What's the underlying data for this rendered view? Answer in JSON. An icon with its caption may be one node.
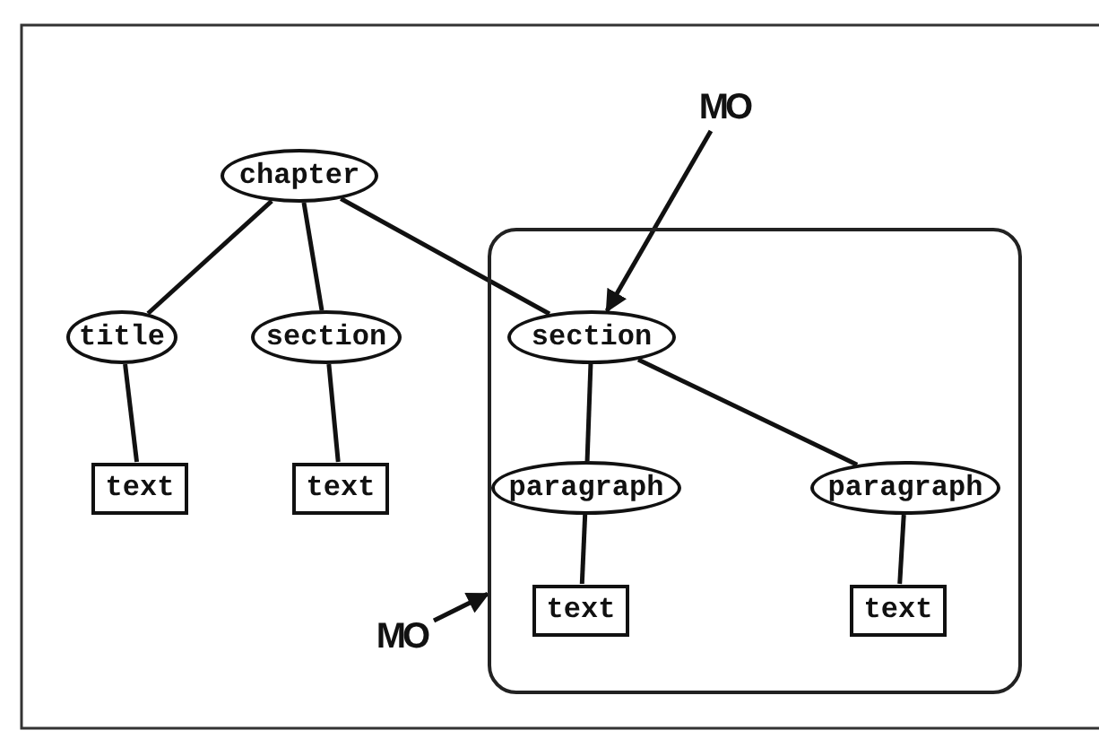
{
  "diagram": {
    "nodes": [
      {
        "text": [
          "chapter"
        ]
      },
      {
        "text": [
          "title"
        ]
      },
      {
        "text": [
          "section"
        ]
      },
      {
        "text": [],
        "shape": "box"
      },
      {
        "text": [
          "section"
        ],
        "in": 3
      },
      {
        "text": [
          "text"
        ]
      },
      {
        "text": [
          "text"
        ]
      },
      {
        "text": [
          "paragraph"
        ],
        "in": 3
      },
      {
        "text": [
          "paragraph"
        ],
        "in": 3
      },
      {
        "text": [
          "text"
        ],
        "in": 3
      },
      {
        "text": [
          "text"
        ],
        "in": 3
      },
      {
        "text": [
          "MO"
        ]
      },
      {
        "text": [
          "MO"
        ]
      }
    ],
    "edges": [
      {
        "from": 0,
        "to": 1,
        "arrow": "none"
      },
      {
        "from": 0,
        "to": 2,
        "arrow": "none"
      },
      {
        "from": 0,
        "to": 4,
        "arrow": "none"
      },
      {
        "from": 1,
        "to": 5,
        "arrow": "none"
      },
      {
        "from": 2,
        "to": 6,
        "arrow": "none"
      },
      {
        "from": 4,
        "to": 7,
        "arrow": "none"
      },
      {
        "from": 4,
        "to": 8,
        "arrow": "none"
      },
      {
        "from": 7,
        "to": 9,
        "arrow": "none"
      },
      {
        "from": 8,
        "to": 10,
        "arrow": "none"
      },
      {
        "from": 11,
        "to": 4,
        "arrow": "to"
      },
      {
        "from": 12,
        "to": 3,
        "arrow": "to"
      }
    ]
  }
}
